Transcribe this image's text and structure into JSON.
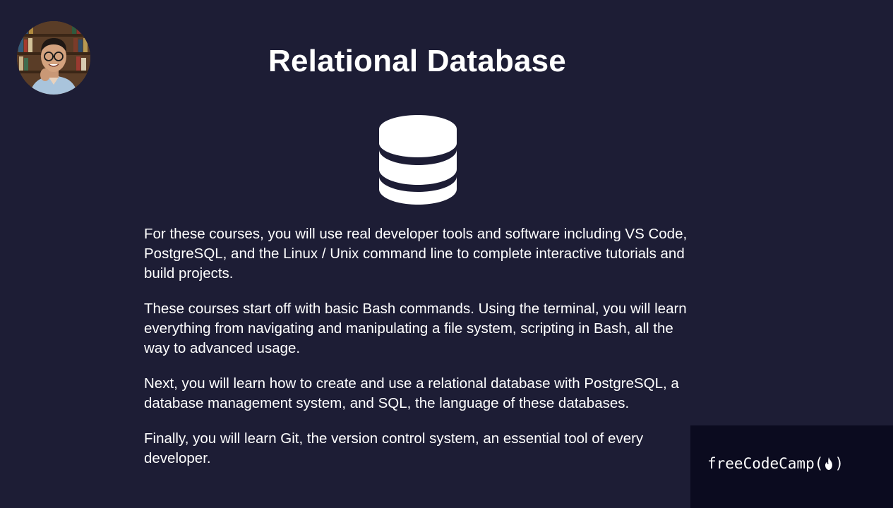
{
  "slide": {
    "title": "Relational Database",
    "paragraphs": [
      "For these courses, you will use real developer tools and software including VS Code, PostgreSQL, and the Linux / Unix command line to complete interactive tutorials and build projects.",
      "These courses start off with basic Bash commands. Using the terminal, you will learn everything from navigating and manipulating a file system, scripting in Bash, all the way to advanced usage.",
      "Next, you will learn how to create and use a relational database with PostgreSQL, a database management system, and SQL, the language of these databases.",
      "Finally, you will learn Git, the version control system, an essential tool of every developer."
    ],
    "icon": "database-icon"
  },
  "brand": {
    "name": "freeCodeCamp",
    "open_paren": "(",
    "close_paren": ")",
    "icon": "flame-icon"
  },
  "colors": {
    "background": "#1d1d35",
    "brand_box": "#0b0b1f",
    "text": "#ffffff"
  }
}
